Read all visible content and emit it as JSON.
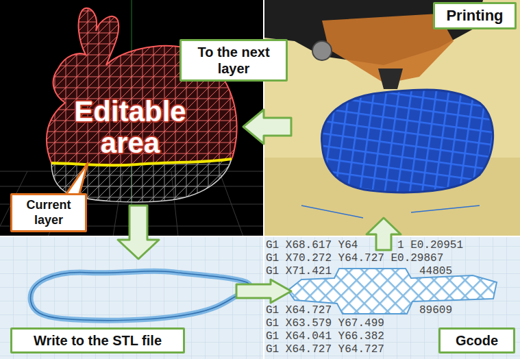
{
  "diagram": {
    "nodes": [
      {
        "text": [
          "Printing"
        ]
      },
      {
        "text": [
          "To the next layer"
        ]
      },
      {
        "text": [
          "Current layer"
        ]
      },
      {
        "text": [
          "Write to the STL file"
        ]
      },
      {
        "text": [
          "Gcode"
        ]
      }
    ],
    "labels": [
      "Editable area",
      "G1 X68.617 Y64",
      "1 E0.20951",
      "G1 X70.272 Y64.727 E0.29867",
      "G1 X71.421",
      "44805",
      "G1 X64.727",
      "89609",
      "G1 X63.579 Y67.499",
      "G1 X64.041 Y66.382",
      "G1 X64.727 Y64.727"
    ]
  }
}
